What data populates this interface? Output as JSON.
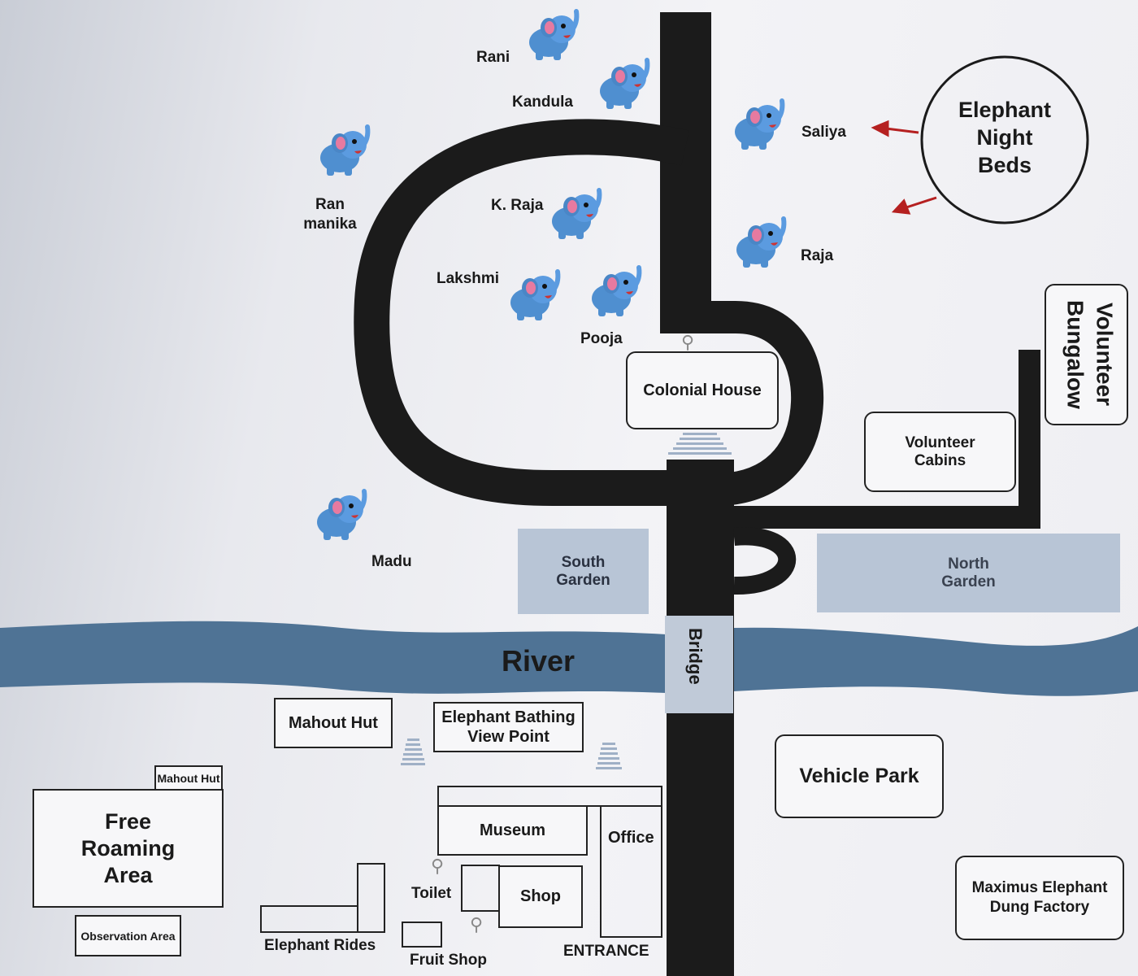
{
  "map": {
    "elephants": [
      "Rani",
      "Kandula",
      "Saliya",
      "Ran manika",
      "K. Raja",
      "Raja",
      "Lakshmi",
      "Pooja",
      "Madu"
    ],
    "night_beds": "Elephant Night Beds",
    "places": {
      "colonial_house": "Colonial House",
      "volunteer_bungalow": "Volunteer Bungalow",
      "volunteer_cabins": "Volunteer Cabins",
      "south_garden": "South Garden",
      "north_garden": "North Garden",
      "river": "River",
      "bridge": "Bridge",
      "mahout_hut": "Mahout Hut",
      "mahout_hut_small": "Mahout Hut",
      "bathing_view_point": "Elephant Bathing View Point",
      "vehicle_park": "Vehicle Park",
      "free_roaming_area": "Free Roaming Area",
      "observation_area": "Observation Area",
      "museum": "Museum",
      "office": "Office",
      "toilet": "Toilet",
      "shop": "Shop",
      "elephant_rides": "Elephant Rides",
      "fruit_shop": "Fruit Shop",
      "entrance": "ENTRANCE",
      "dung_factory": "Maximus Elephant Dung Factory"
    }
  },
  "colors": {
    "road": "#1b1b1b",
    "river": "#4f7395",
    "garden": "#b8c5d6",
    "arrow": "#b52020",
    "elephant": "#4f8fd0"
  }
}
